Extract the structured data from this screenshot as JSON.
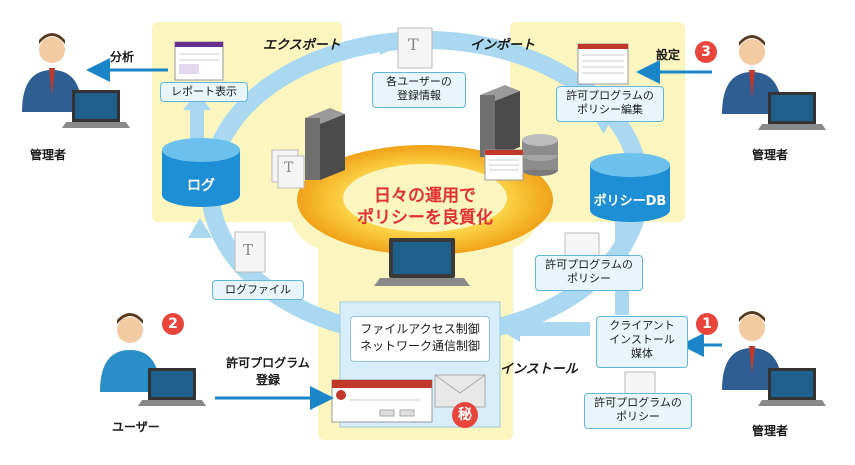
{
  "flow": {
    "export_label": "エクスポート",
    "import_label": "インポート",
    "install_label": "インストール",
    "center_line1": "日々の運用で",
    "center_line2": "ポリシーを良質化"
  },
  "stores": {
    "log": "ログ",
    "policy_db": "ポリシーDB"
  },
  "boxes": {
    "report_view": "レポート表示",
    "user_registration_line1": "各ユーザーの",
    "user_registration_line2": "登録情報",
    "policy_edit_line1": "許可プログラムの",
    "policy_edit_line2": "ポリシー編集",
    "policy_doc_line1": "許可プログラムの",
    "policy_doc_line2": "ポリシー",
    "log_file": "ログファイル",
    "client_media_line1": "クライアント",
    "client_media_line2": "インストール",
    "client_media_line3": "媒体",
    "media_policy_line1": "許可プログラムの",
    "media_policy_line2": "ポリシー",
    "control_line1": "ファイルアクセス制御",
    "control_line2": "ネットワーク通信制御"
  },
  "actors": {
    "admin_left": "管理者",
    "admin_right_top": "管理者",
    "admin_right_bottom": "管理者",
    "user": "ユーザー"
  },
  "actions": {
    "analysis": "分析",
    "settings": "設定",
    "register_line1": "許可プログラム",
    "register_line2": "登録"
  },
  "badges": {
    "one": "1",
    "two": "2",
    "three": "3"
  },
  "stamp": "秘",
  "colors": {
    "zone_yellow": "#fbf6bf",
    "ring_blue": "#a9d8f0",
    "arrow_blue": "#1a86c8",
    "cylinder_blue": "#1e8fd5",
    "donut_orange": "#f2a81d",
    "badge_red": "#e8453c",
    "center_text_red": "#e03030"
  }
}
